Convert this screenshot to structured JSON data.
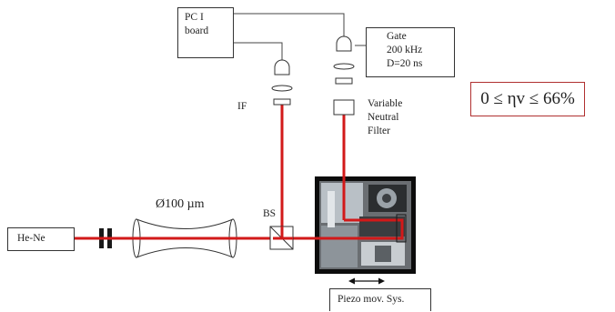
{
  "labels": {
    "pc_board_line1": "PC I",
    "pc_board_line2": "board",
    "gate_line1": "Gate",
    "gate_line2": "200 kHz",
    "gate_line3": "D=20 ns",
    "if": "IF",
    "vnf_line1": "Variable",
    "vnf_line2": "Neutral",
    "vnf_line3": "Filter",
    "lens": "Ø100 µm",
    "bs": "BS",
    "laser": "He-Ne",
    "piezo": "Piezo mov. Sys.",
    "efficiency": "0 ≤ ηv ≤ 66%"
  },
  "colors": {
    "beam": "#d21919",
    "line": "#333333",
    "efficiency_border": "#b03030"
  }
}
